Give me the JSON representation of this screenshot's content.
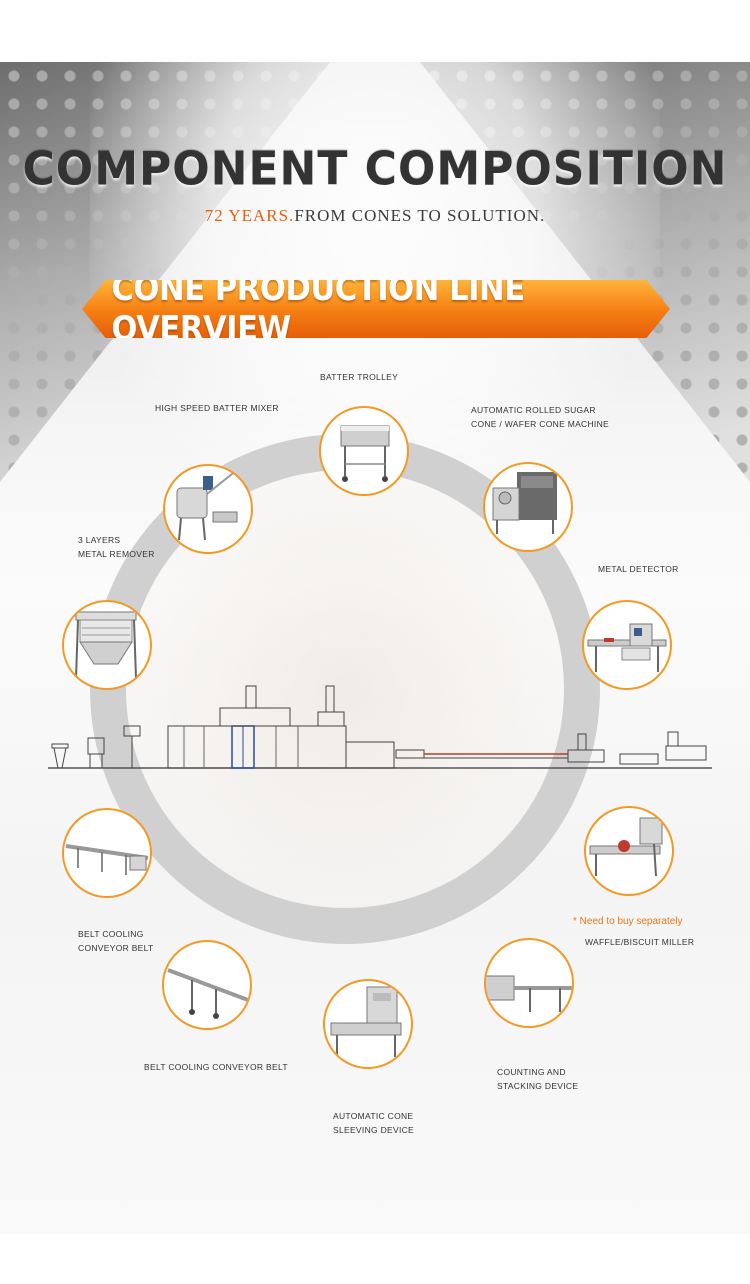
{
  "header": {
    "title": "COMPONENT COMPOSITION",
    "subtitle_accent": "72 YEARS.",
    "subtitle_rest": "FROM CONES TO SOLUTION."
  },
  "banner": {
    "label": "CONE PRODUCTION LINE OVERVIEW"
  },
  "components": {
    "batter_trolley": "BATTER TROLLEY",
    "batter_mixer": "HIGH SPEED BATTER MIXER",
    "cone_machine_l1": "AUTOMATIC ROLLED SUGAR",
    "cone_machine_l2": "CONE / WAFER CONE MACHINE",
    "metal_remover_l1": "3 LAYERS",
    "metal_remover_l2": "METAL REMOVER",
    "metal_detector": "METAL DETECTOR",
    "belt_cooling_l1": "BELT COOLING",
    "belt_cooling_l2": "CONVEYOR BELT",
    "belt_cooling_2": "BELT COOLING CONVEYOR BELT",
    "sleeving_l1": "AUTOMATIC CONE",
    "sleeving_l2": "SLEEVING DEVICE",
    "stacking_l1": "COUNTING AND",
    "stacking_l2": "STACKING DEVICE",
    "miller": "WAFFLE/BISCUIT MILLER"
  },
  "note": "* Need to buy separately",
  "colors": {
    "accent": "#f29a24",
    "banner": "#f57d12",
    "title": "#333333"
  }
}
